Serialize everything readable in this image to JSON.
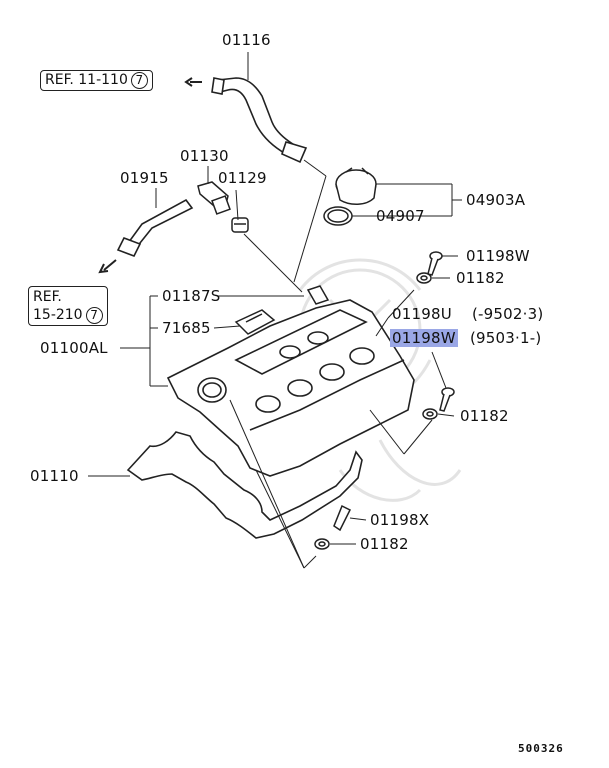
{
  "references": {
    "ref1_line1": "REF. 11-110",
    "ref1_circle": "7",
    "ref2_line1": "REF.",
    "ref2_line2": "15-210",
    "ref2_circle": "7"
  },
  "parts": {
    "p01116": "01116",
    "p01130": "01130",
    "p01915": "01915",
    "p01129": "01129",
    "p04903A": "04903A",
    "p04907": "04907",
    "p01198W_top": "01198W",
    "p01182_top": "01182",
    "p01187S": "01187S",
    "p01198U": "01198U",
    "p01198U_range": "(-9502·3)",
    "p71685": "71685",
    "p01198W_hl": "01198W",
    "p01198W_range": "(9503·1-)",
    "p01100AL": "01100AL",
    "p01182_mid": "01182",
    "p01110": "01110",
    "p01198X": "01198X",
    "p01182_bot": "01182"
  },
  "figure_number": "500326",
  "colors": {
    "highlight": "#9aa7e6",
    "line": "#222222",
    "watermark": "#e6e6e6"
  }
}
